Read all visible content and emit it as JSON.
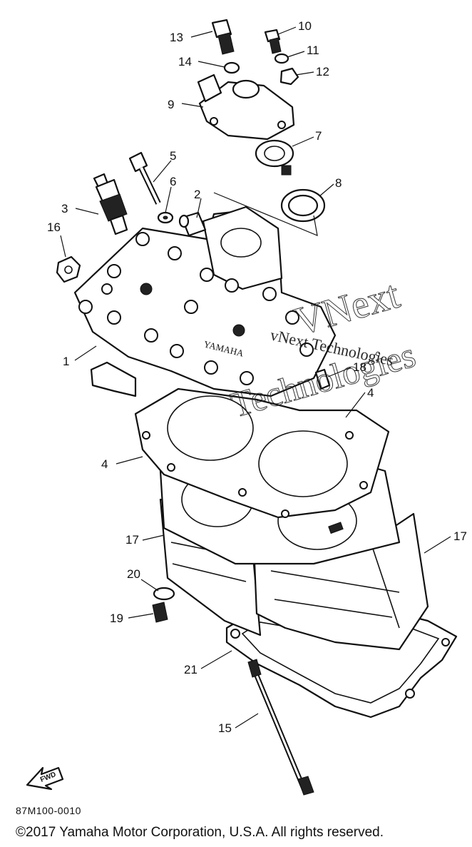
{
  "diagram": {
    "callouts": [
      {
        "id": "1",
        "label": "1"
      },
      {
        "id": "2",
        "label": "2"
      },
      {
        "id": "3",
        "label": "3"
      },
      {
        "id": "4a",
        "label": "4"
      },
      {
        "id": "4b",
        "label": "4"
      },
      {
        "id": "5",
        "label": "5"
      },
      {
        "id": "6",
        "label": "6"
      },
      {
        "id": "7",
        "label": "7"
      },
      {
        "id": "8",
        "label": "8"
      },
      {
        "id": "9",
        "label": "9"
      },
      {
        "id": "10",
        "label": "10"
      },
      {
        "id": "11",
        "label": "11"
      },
      {
        "id": "12",
        "label": "12"
      },
      {
        "id": "13",
        "label": "13"
      },
      {
        "id": "14",
        "label": "14"
      },
      {
        "id": "15",
        "label": "15"
      },
      {
        "id": "16",
        "label": "16"
      },
      {
        "id": "17a",
        "label": "17"
      },
      {
        "id": "17b",
        "label": "17"
      },
      {
        "id": "18",
        "label": "18"
      },
      {
        "id": "19",
        "label": "19"
      },
      {
        "id": "20",
        "label": "20"
      },
      {
        "id": "21",
        "label": "21"
      }
    ],
    "fwd_label": "FWD",
    "head_stamp": "YAMAHA",
    "code": "87M100-0010"
  },
  "watermark": {
    "large": "VNext",
    "large2": "Technologies",
    "small": "vNext Technologies"
  },
  "footer": {
    "copyright": "©2017 Yamaha Motor Corporation, U.S.A. All rights reserved."
  }
}
